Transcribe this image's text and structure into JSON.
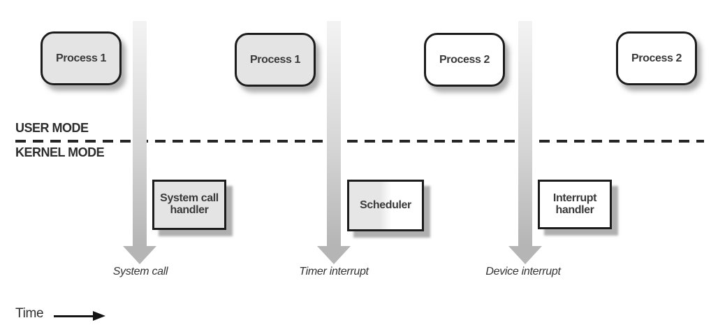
{
  "diagram": {
    "processes": [
      {
        "label": "Process 1",
        "fill": "#e4e4e4"
      },
      {
        "label": "Process 1",
        "fill": "#e4e4e4"
      },
      {
        "label": "Process 2",
        "fill": "#ffffff"
      },
      {
        "label": "Process 2",
        "fill": "#ffffff"
      }
    ],
    "modes": {
      "user": "USER MODE",
      "kernel": "KERNEL MODE"
    },
    "kernel_components": [
      {
        "lines": [
          "System call",
          "handler"
        ],
        "fill": "#e4e4e4"
      },
      {
        "lines": [
          "Scheduler"
        ],
        "fill": "split-gray-to-white"
      },
      {
        "lines": [
          "Interrupt",
          "handler"
        ],
        "fill": "#ffffff"
      }
    ],
    "events": [
      {
        "label": "System call"
      },
      {
        "label": "Timer interrupt"
      },
      {
        "label": "Device interrupt"
      }
    ],
    "time_axis": {
      "label": "Time"
    },
    "colors": {
      "box_border": "#1c1c1c",
      "gray_fill": "#e4e4e4",
      "arrow_gradient_top": "#f3f3f3",
      "arrow_gradient_bottom": "#b5b5b5",
      "dash_color": "#262626",
      "text": "#3a3a3a"
    }
  }
}
